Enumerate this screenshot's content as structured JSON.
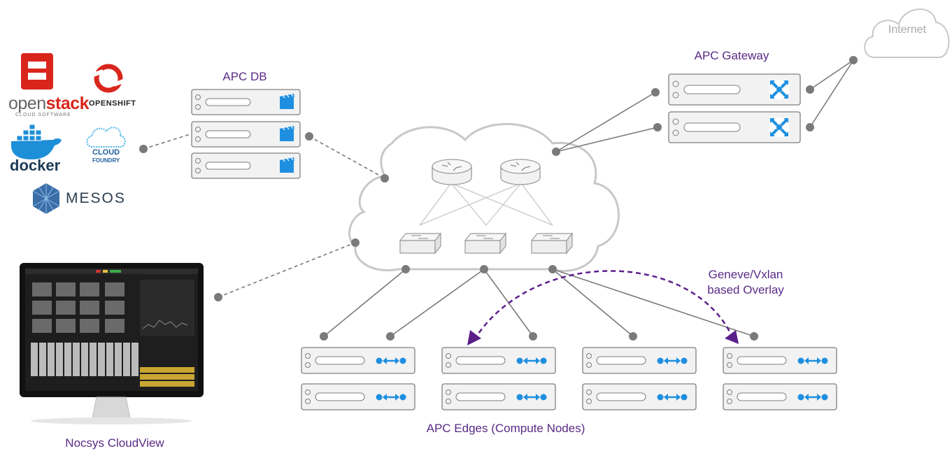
{
  "labels": {
    "apc_db": "APC DB",
    "apc_gateway": "APC Gateway",
    "internet": "Internet",
    "overlay_line1": "Geneve/Vxlan",
    "overlay_line2": "based Overlay",
    "apc_edges": "APC Edges (Compute Nodes)",
    "cloudview": "Nocsys CloudView"
  },
  "logos": {
    "openstack_open": "open",
    "openstack_stack": "stack",
    "openstack_sub": "CLOUD SOFTWARE",
    "openshift": "OPENSHIFT",
    "docker": "docker",
    "cloudfoundry_line1": "CLOUD",
    "cloudfoundry_line2": "FOUNDRY",
    "mesos": "MESOS"
  },
  "colors": {
    "label_purple": "#5a2a86",
    "overlay_arrow": "#5b1f8a",
    "link_gray": "#7a7a7a",
    "server_fill": "#f2f2f2",
    "server_stroke": "#7f7f7f",
    "accent_blue": "#1e8fe0",
    "openstack_red": "#d9261c",
    "docker_blue": "#1d8fd8",
    "mesos_blue": "#3b6ea8"
  },
  "icons": {
    "db": "film-clapper-icon",
    "gateway": "gateway-cross-arrows-icon",
    "edge": "bidirectional-arrow-icon",
    "router": "router-icon",
    "switch": "switch-icon",
    "internet": "cloud-icon",
    "monitor": "monitor-icon"
  }
}
